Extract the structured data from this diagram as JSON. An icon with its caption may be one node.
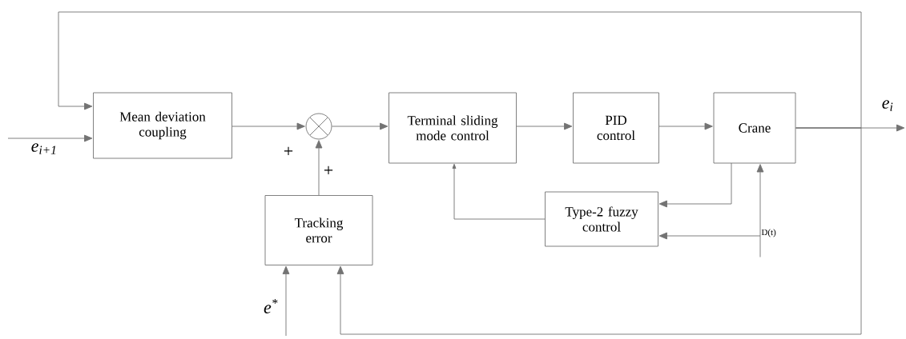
{
  "diagram": {
    "nodes": [
      {
        "text": [
          "Mean deviation coupling"
        ]
      },
      {
        "text": [],
        "shape": "circle"
      },
      {
        "text": [
          "Terminal sliding mode control"
        ]
      },
      {
        "text": [
          "PID control"
        ]
      },
      {
        "text": [
          "Crane"
        ]
      },
      {
        "text": [
          "Tracking error"
        ]
      },
      {
        "text": [
          "Type-2 fuzzy control"
        ]
      },
      {
        "text": [
          "D(t)"
        ]
      }
    ],
    "edges": [
      {
        "from": null,
        "to": 0,
        "arrow": "to"
      },
      {
        "from": 4,
        "to": 0,
        "arrow": "to"
      },
      {
        "from": 0,
        "to": 1,
        "arrow": "to"
      },
      {
        "from": 5,
        "to": 1,
        "arrow": "to"
      },
      {
        "from": 1,
        "to": 2,
        "arrow": "to"
      },
      {
        "from": 2,
        "to": 3,
        "arrow": "to"
      },
      {
        "from": 3,
        "to": 4,
        "arrow": "to"
      },
      {
        "from": 4,
        "to": null,
        "arrow": "to"
      },
      {
        "from": 4,
        "to": 6,
        "arrow": "to"
      },
      {
        "from": 6,
        "to": 2,
        "arrow": "to"
      },
      {
        "from": 7,
        "to": 4,
        "arrow": "to"
      },
      {
        "from": 7,
        "to": 6,
        "arrow": "to"
      },
      {
        "from": null,
        "to": 5,
        "arrow": "to"
      },
      {
        "from": 4,
        "to": 5,
        "arrow": "to"
      }
    ],
    "labels": [
      "e$_{i+1}$",
      "+",
      "+",
      "e$^{*}$",
      "e$_{i}$"
    ]
  }
}
